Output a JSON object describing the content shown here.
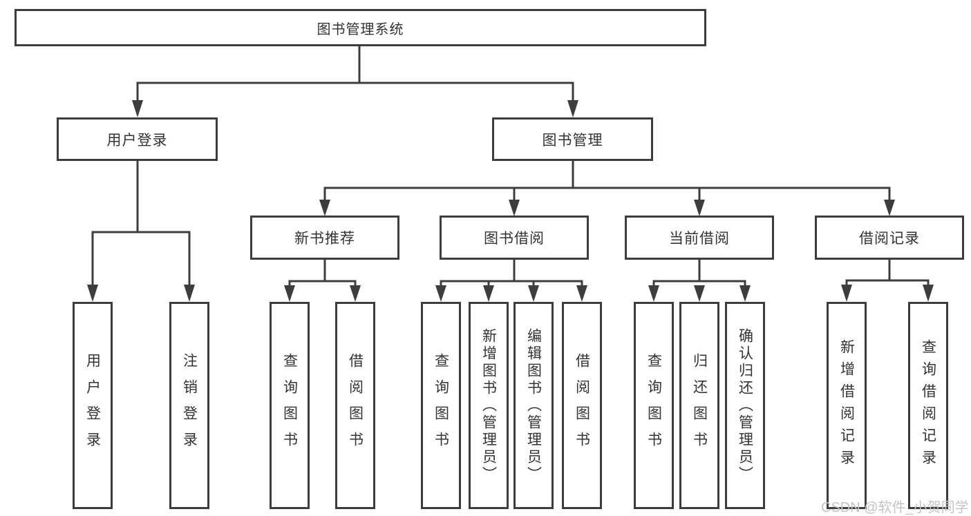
{
  "diagram": {
    "root": {
      "label": "图书管理系统"
    },
    "level2": [
      {
        "label": "用户登录"
      },
      {
        "label": "图书管理"
      }
    ],
    "level3": [
      {
        "label": "新书推荐"
      },
      {
        "label": "图书借阅"
      },
      {
        "label": "当前借阅"
      },
      {
        "label": "借阅记录"
      }
    ],
    "leaves": {
      "user_login": [
        "用户登录",
        "注销登录"
      ],
      "new_book_recommend": [
        "查询图书",
        "借阅图书"
      ],
      "book_borrow": [
        "查询图书",
        "新增图书（管理员）",
        "编辑图书（管理员）",
        "借阅图书"
      ],
      "current_borrow": [
        "查询图书",
        "归还图书",
        "确认归还（管理员）"
      ],
      "borrow_records": [
        "新增借阅记录",
        "查询借阅记录"
      ]
    }
  },
  "watermark": {
    "text": "CSDN @软件_小贺同学"
  },
  "colors": {
    "line": "#3d3d3d",
    "text": "#333333",
    "background": "#ffffff",
    "watermark": "#c4c4c4"
  }
}
